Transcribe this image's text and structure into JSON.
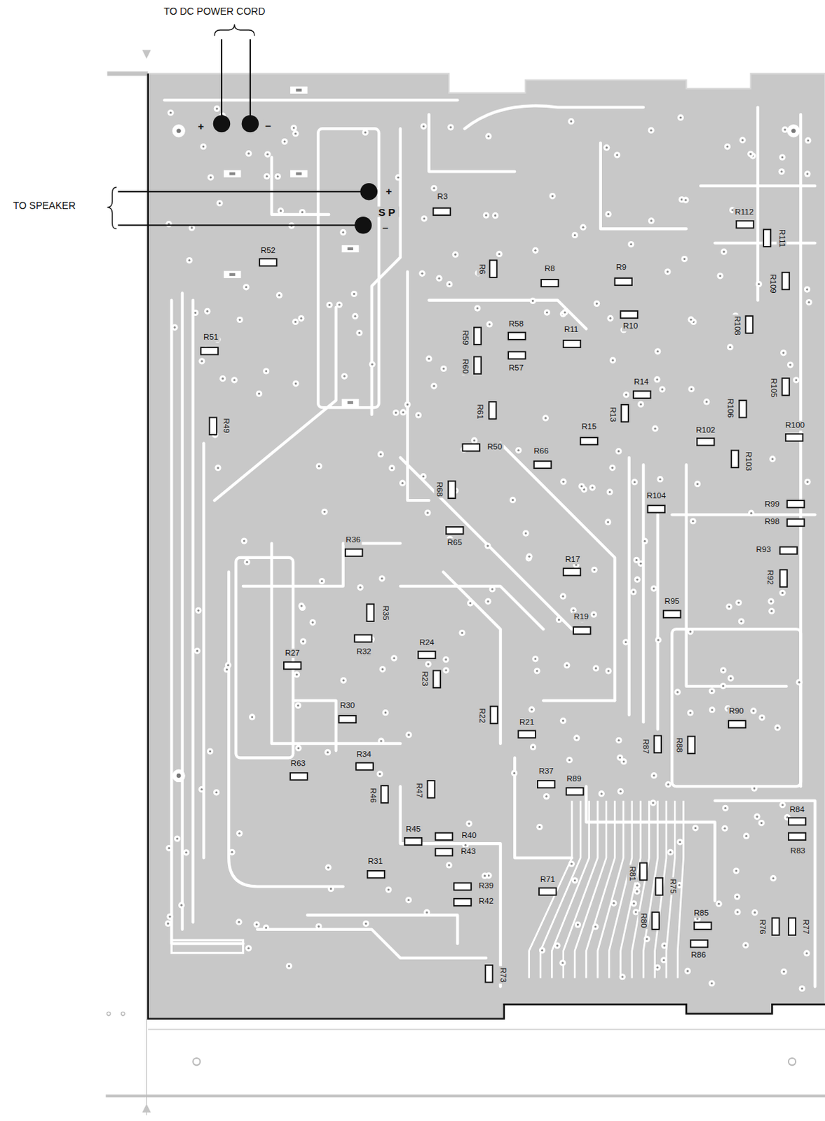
{
  "diagram": {
    "labels": [
      "TO DC POWER CORD",
      "+",
      "–",
      "TO SPEAKER",
      "+",
      "SP",
      "–",
      "R3",
      "R112",
      "R111",
      "R52",
      "R8",
      "R6",
      "R9",
      "R109",
      "R10",
      "R58",
      "R108",
      "R11",
      "R59",
      "R51",
      "R57",
      "R60",
      "R14",
      "R105",
      "R106",
      "R61",
      "R13",
      "R49",
      "R100",
      "R15",
      "R102",
      "R50",
      "R66",
      "R103",
      "R68",
      "R104",
      "R99",
      "R98",
      "R65",
      "R36",
      "R93",
      "R17",
      "R92",
      "R95",
      "R35",
      "R19",
      "R32",
      "R24",
      "R27",
      "R23",
      "R30",
      "R90",
      "R22",
      "R21",
      "R87",
      "R88",
      "R34",
      "R63",
      "R37",
      "R89",
      "R47",
      "R46",
      "R84",
      "R45",
      "R40",
      "R83",
      "R43",
      "R31",
      "R81",
      "R71",
      "R39",
      "R75",
      "R42",
      "R85",
      "R80",
      "R76",
      "R77",
      "R86",
      "R73"
    ]
  }
}
